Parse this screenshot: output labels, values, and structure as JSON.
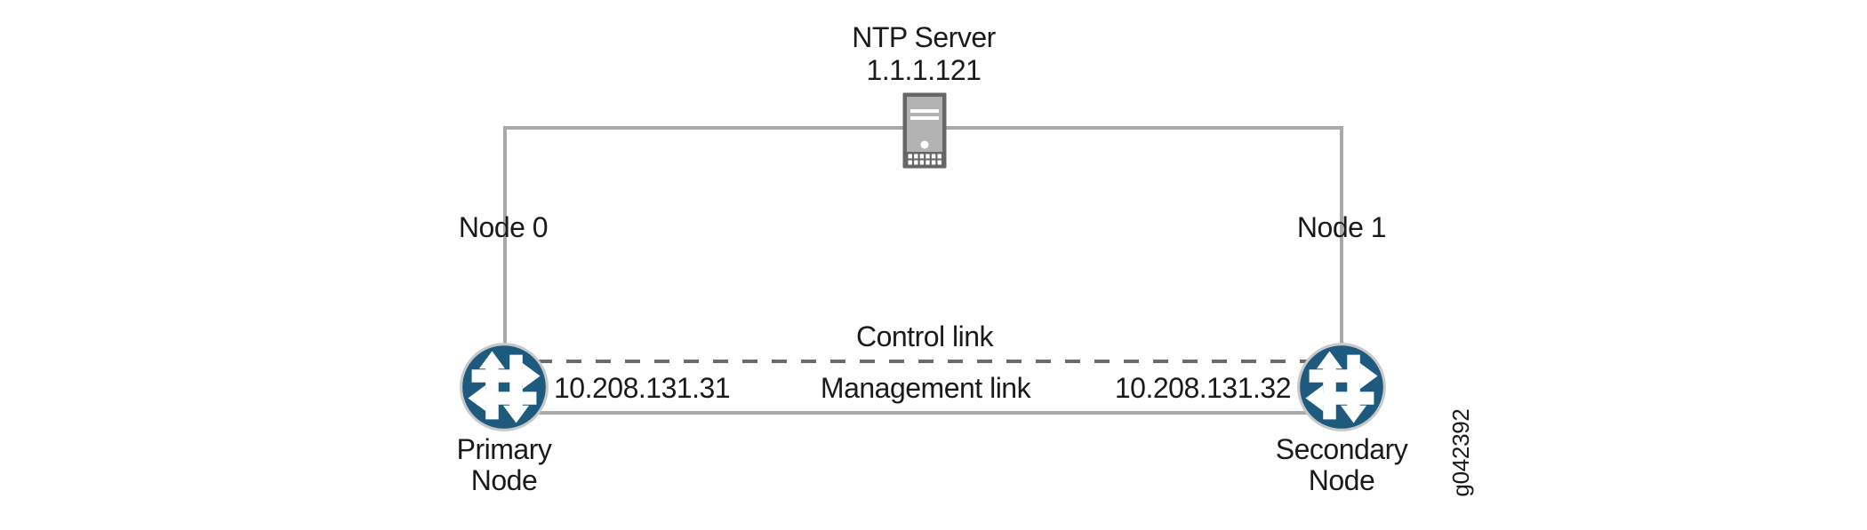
{
  "figure": {
    "figure_id": "g042392",
    "ntp_server": {
      "name": "NTP Server",
      "ip": "1.1.1.121"
    },
    "links": {
      "control_label": "Control link",
      "management_label": "Management link"
    },
    "node0": {
      "label": "Node 0",
      "ip": "10.208.131.31",
      "role_line1": "Primary",
      "role_line2": "Node"
    },
    "node1": {
      "label": "Node 1",
      "ip": "10.208.131.32",
      "role_line1": "Secondary",
      "role_line2": "Node"
    },
    "colors": {
      "router_blue": "#1d5a7e",
      "router_ring": "#c8c8c8",
      "line_gray": "#a9a9a9",
      "dash_gray": "#6b6b6b",
      "server_frame": "#666666",
      "server_body": "#b3b3b3",
      "text": "#1a1a1a"
    }
  }
}
